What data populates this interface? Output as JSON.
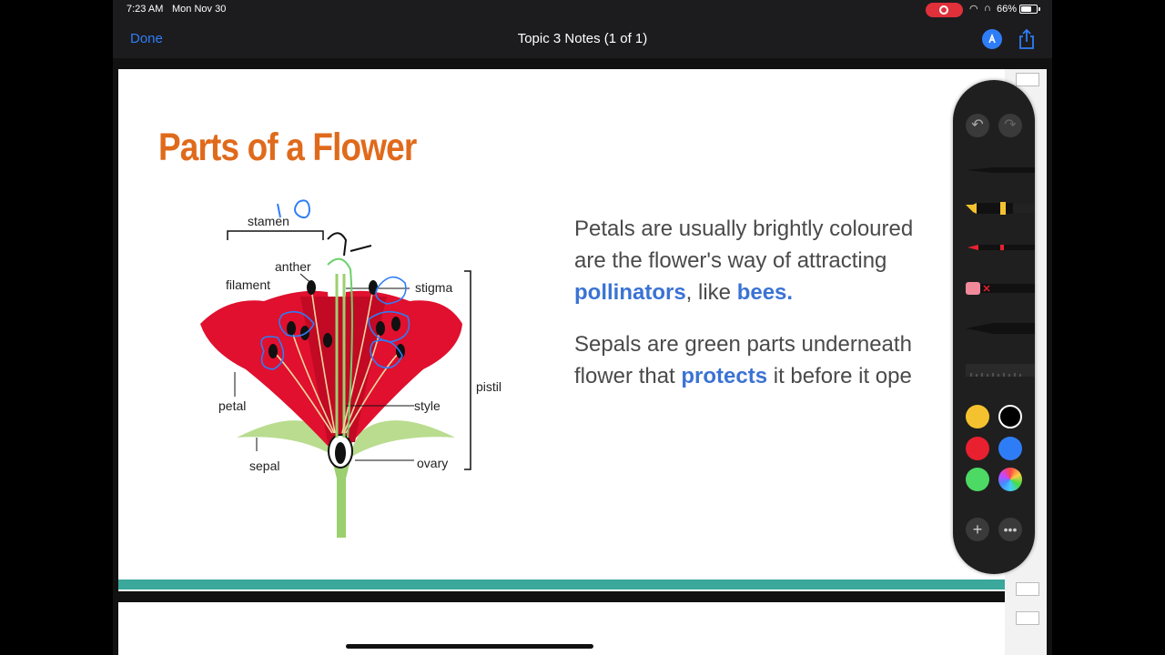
{
  "status_bar": {
    "time": "7:23 AM",
    "date": "Mon Nov 30",
    "battery": "66%",
    "battery_level": 0.66
  },
  "nav": {
    "done_label": "Done",
    "title": "Topic 3 Notes (1 of 1)"
  },
  "slide": {
    "title": "Parts of a Flower",
    "paragraph1": {
      "line1": "Petals are usually brightly coloured",
      "line2": "are the flower's way of attracting",
      "line3_highlight1": "pollinators",
      "line3_mid": ", like ",
      "line3_highlight2": "bees."
    },
    "paragraph2": {
      "line1": "Sepals are green parts underneath",
      "line2_start": "flower that ",
      "line2_highlight": "protects",
      "line2_end": " it before it ope"
    },
    "diagram_labels": {
      "stamen": "stamen",
      "anther": "anther",
      "filament": "filament",
      "stigma": "stigma",
      "pistil": "pistil",
      "petal": "petal",
      "style": "style",
      "sepal": "sepal",
      "ovary": "ovary"
    },
    "annotations": {
      "blue_number": "10"
    }
  },
  "palette": {
    "undo_icon": "undo-icon",
    "redo_icon": "redo-icon",
    "colors": [
      "#f5c22f",
      "#000000",
      "#e8202f",
      "#2f7df6",
      "#4cd964",
      "rainbow"
    ]
  }
}
